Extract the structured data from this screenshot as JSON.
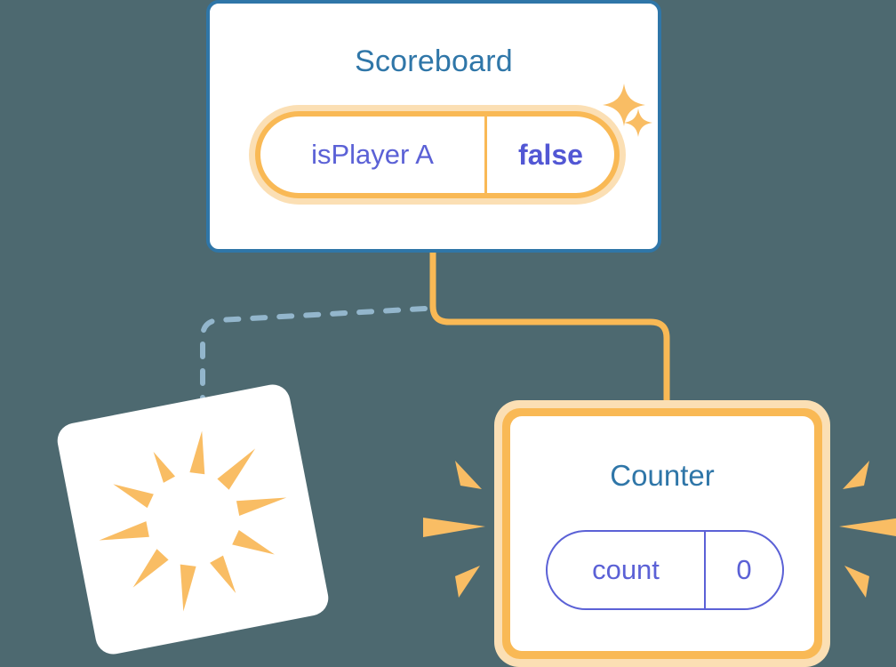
{
  "theme": {
    "background": "#4d6970",
    "card_white": "#ffffff",
    "blue_border": "#2f76a8",
    "blue_title": "#2f76a8",
    "orange_solid": "#f9b955",
    "orange_pale": "#fbdfb4",
    "purple_text": "#5b61d6",
    "purple_bold": "#5257d4",
    "dashed_line": "#93b6cc"
  },
  "scoreboard": {
    "title": "Scoreboard",
    "property": {
      "key": "isPlayer A",
      "value": "false"
    },
    "sparkles": [
      {
        "name": "sparkle-large"
      },
      {
        "name": "sparkle-small"
      }
    ]
  },
  "counter": {
    "title": "Counter",
    "property": {
      "key": "count",
      "value": "0"
    }
  },
  "burst_card": {
    "label": "",
    "ray_count": 10
  },
  "connectors": [
    {
      "name": "scoreboard-to-counter",
      "style": "solid",
      "color": "#f9b955"
    },
    {
      "name": "scoreboard-to-burst-card",
      "style": "dashed",
      "color": "#93b6cc"
    }
  ]
}
